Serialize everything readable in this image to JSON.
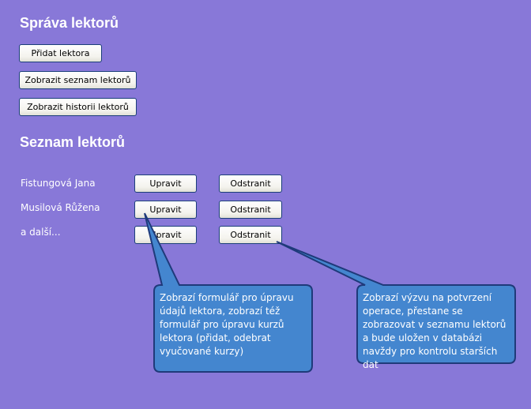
{
  "header": {
    "title": "Správa lektorů"
  },
  "actions": {
    "add": "Přidat lektora",
    "show_list": "Zobrazit seznam lektorů",
    "show_history": "Zobrazit historii  lektorů"
  },
  "list": {
    "title": "Seznam lektorů",
    "rows": [
      {
        "name": "Fistungová Jana",
        "edit": "Upravit",
        "remove": "Odstranit"
      },
      {
        "name": "Musilová Růžena",
        "edit": "Upravit",
        "remove": "Odstranit"
      },
      {
        "name": "a další...",
        "edit": "Upravit",
        "remove": "Odstranit"
      }
    ]
  },
  "callouts": {
    "edit": "Zobrazí formulář pro úpravu údajů lektora, zobrazí též formulář pro úpravu kurzů lektora (přidat, odebrat vyučované kurzy)",
    "remove": "Zobrazí výzvu na potvrzení operace, přestane se zobrazovat v seznamu lektorů a bude uložen v databázi navždy pro kontrolu starších dat"
  },
  "colors": {
    "background": "#8878d8",
    "callout_fill": "#4486cf",
    "callout_border": "#1f3a7a"
  }
}
